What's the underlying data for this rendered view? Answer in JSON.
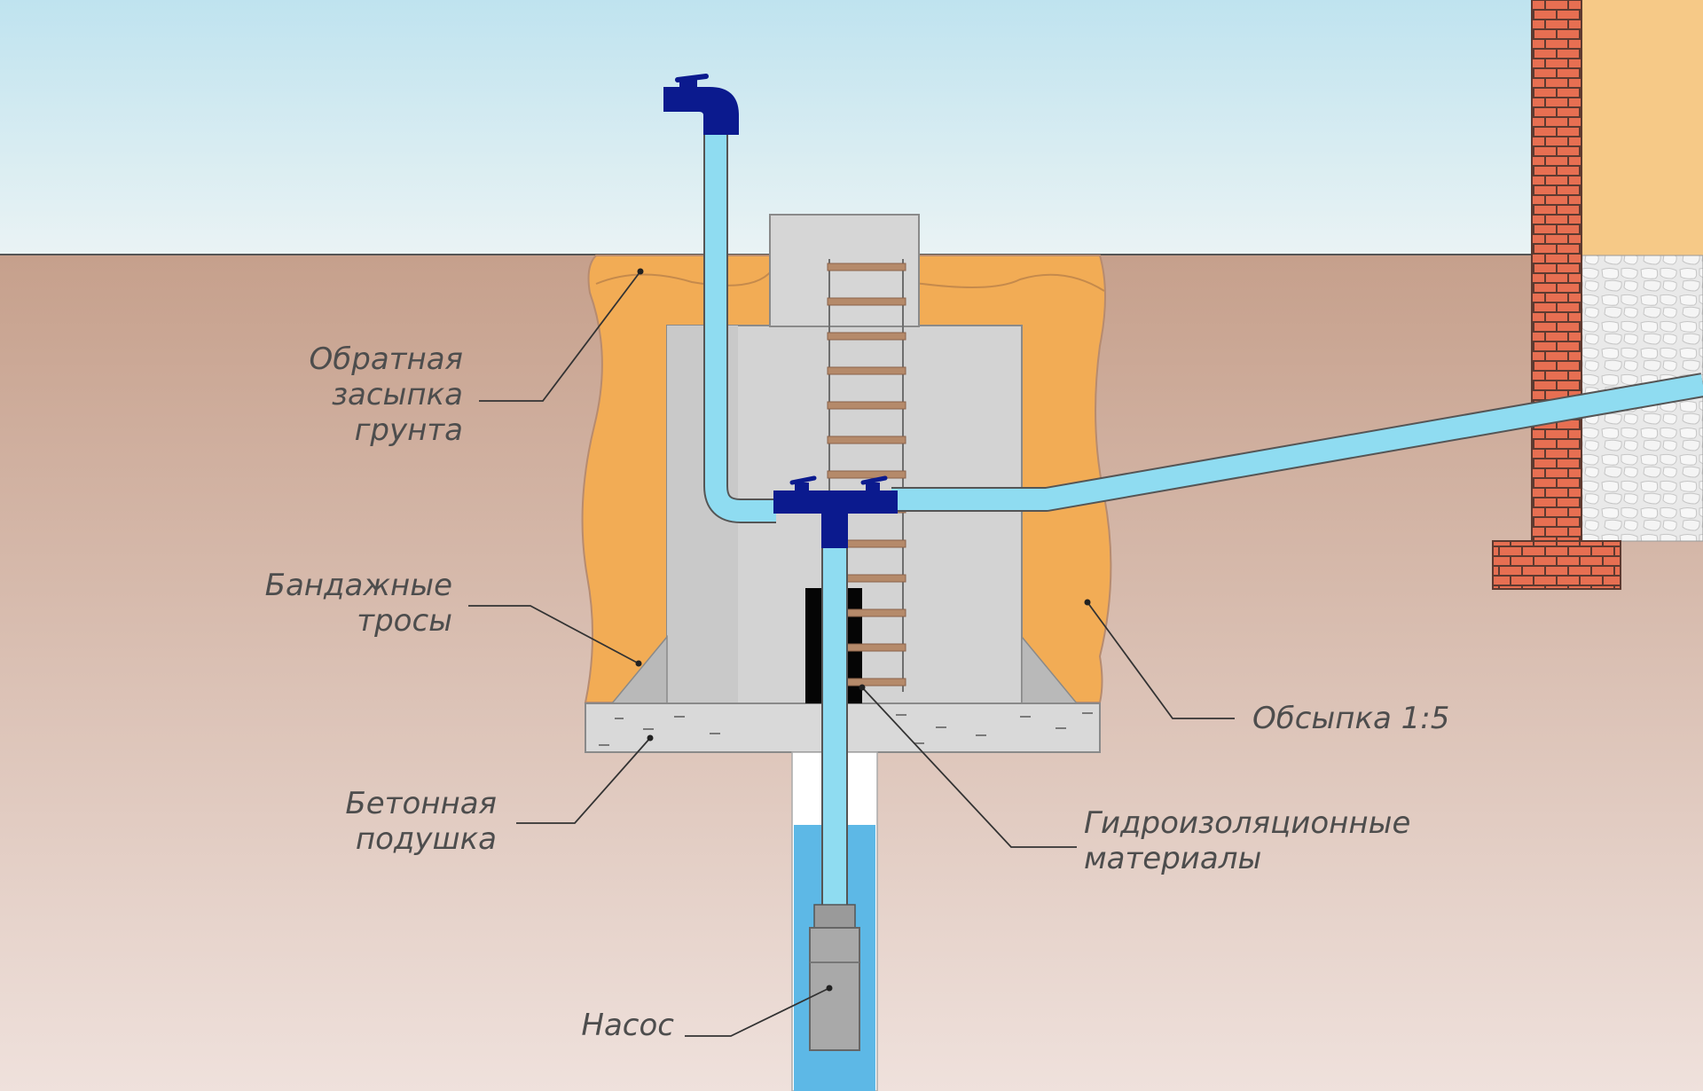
{
  "labels": {
    "backfill": [
      "Обратная",
      "засыпка",
      "грунта"
    ],
    "bands": [
      "Бандажные",
      "тросы"
    ],
    "concrete_pad": [
      "Бетонная",
      "подушка"
    ],
    "pump": [
      "Насос"
    ],
    "sand_fill": [
      "Обсыпка 1:5"
    ],
    "waterproofing": [
      "Гидроизоляционные",
      "материалы"
    ]
  },
  "colors": {
    "sky_top": "#bfe3ef",
    "sky_bottom": "#eaf3f4",
    "soil": "#c6a08c",
    "backfill": "#f2ac55",
    "concrete": "#d3d3d3",
    "pipe_light": "#8fdcf1",
    "pipe_dark": "#0b1a8e",
    "water": "#5db8e6",
    "brick": "#e76f52",
    "wall_wood": "#f6c987",
    "foundation": "#e8e8e8",
    "ladder": "#b58a6a",
    "text": "#4d4d4d"
  }
}
